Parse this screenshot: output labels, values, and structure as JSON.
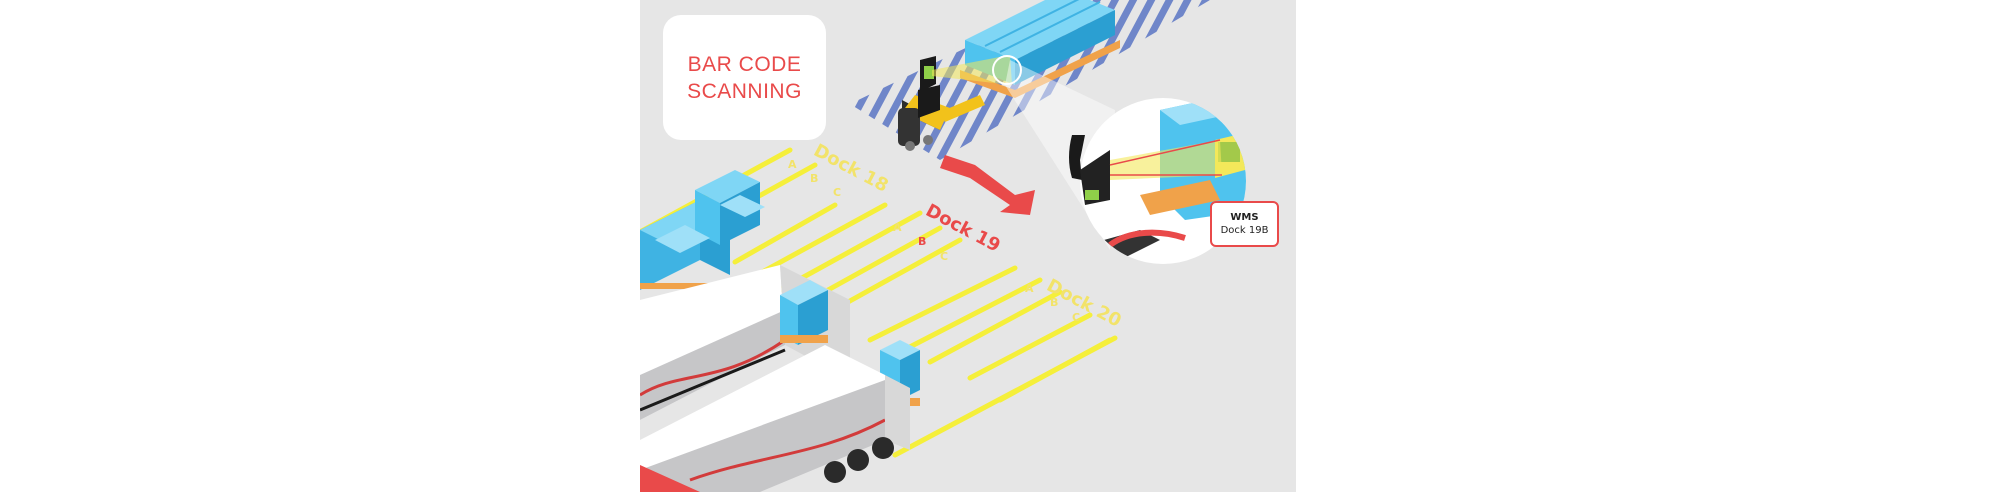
{
  "title": {
    "line1": "BAR CODE",
    "line2": "SCANNING"
  },
  "wms_popup": {
    "title": "WMS",
    "subtitle": "Dock 19B"
  },
  "docks": [
    {
      "label": "Dock 18",
      "lanes": [
        "A",
        "B",
        "C"
      ]
    },
    {
      "label": "Dock 19",
      "lanes": [
        "A",
        "B",
        "C"
      ]
    },
    {
      "label": "Dock 20",
      "lanes": [
        "A",
        "B",
        "C"
      ]
    }
  ],
  "colors": {
    "background": "#e6e6e6",
    "accent_red": "#e94a4a",
    "lane_yellow": "#f5ef3a",
    "dock_label_yellow": "#f2e36a",
    "box_blue": "#4fc3ee",
    "stripe_blue": "#6f86c9",
    "pallet_orange": "#f0a24a"
  },
  "icons": [
    "forklift-scanner-icon",
    "handheld-scanner-icon",
    "directional-arrow-icon",
    "truck-icon"
  ]
}
